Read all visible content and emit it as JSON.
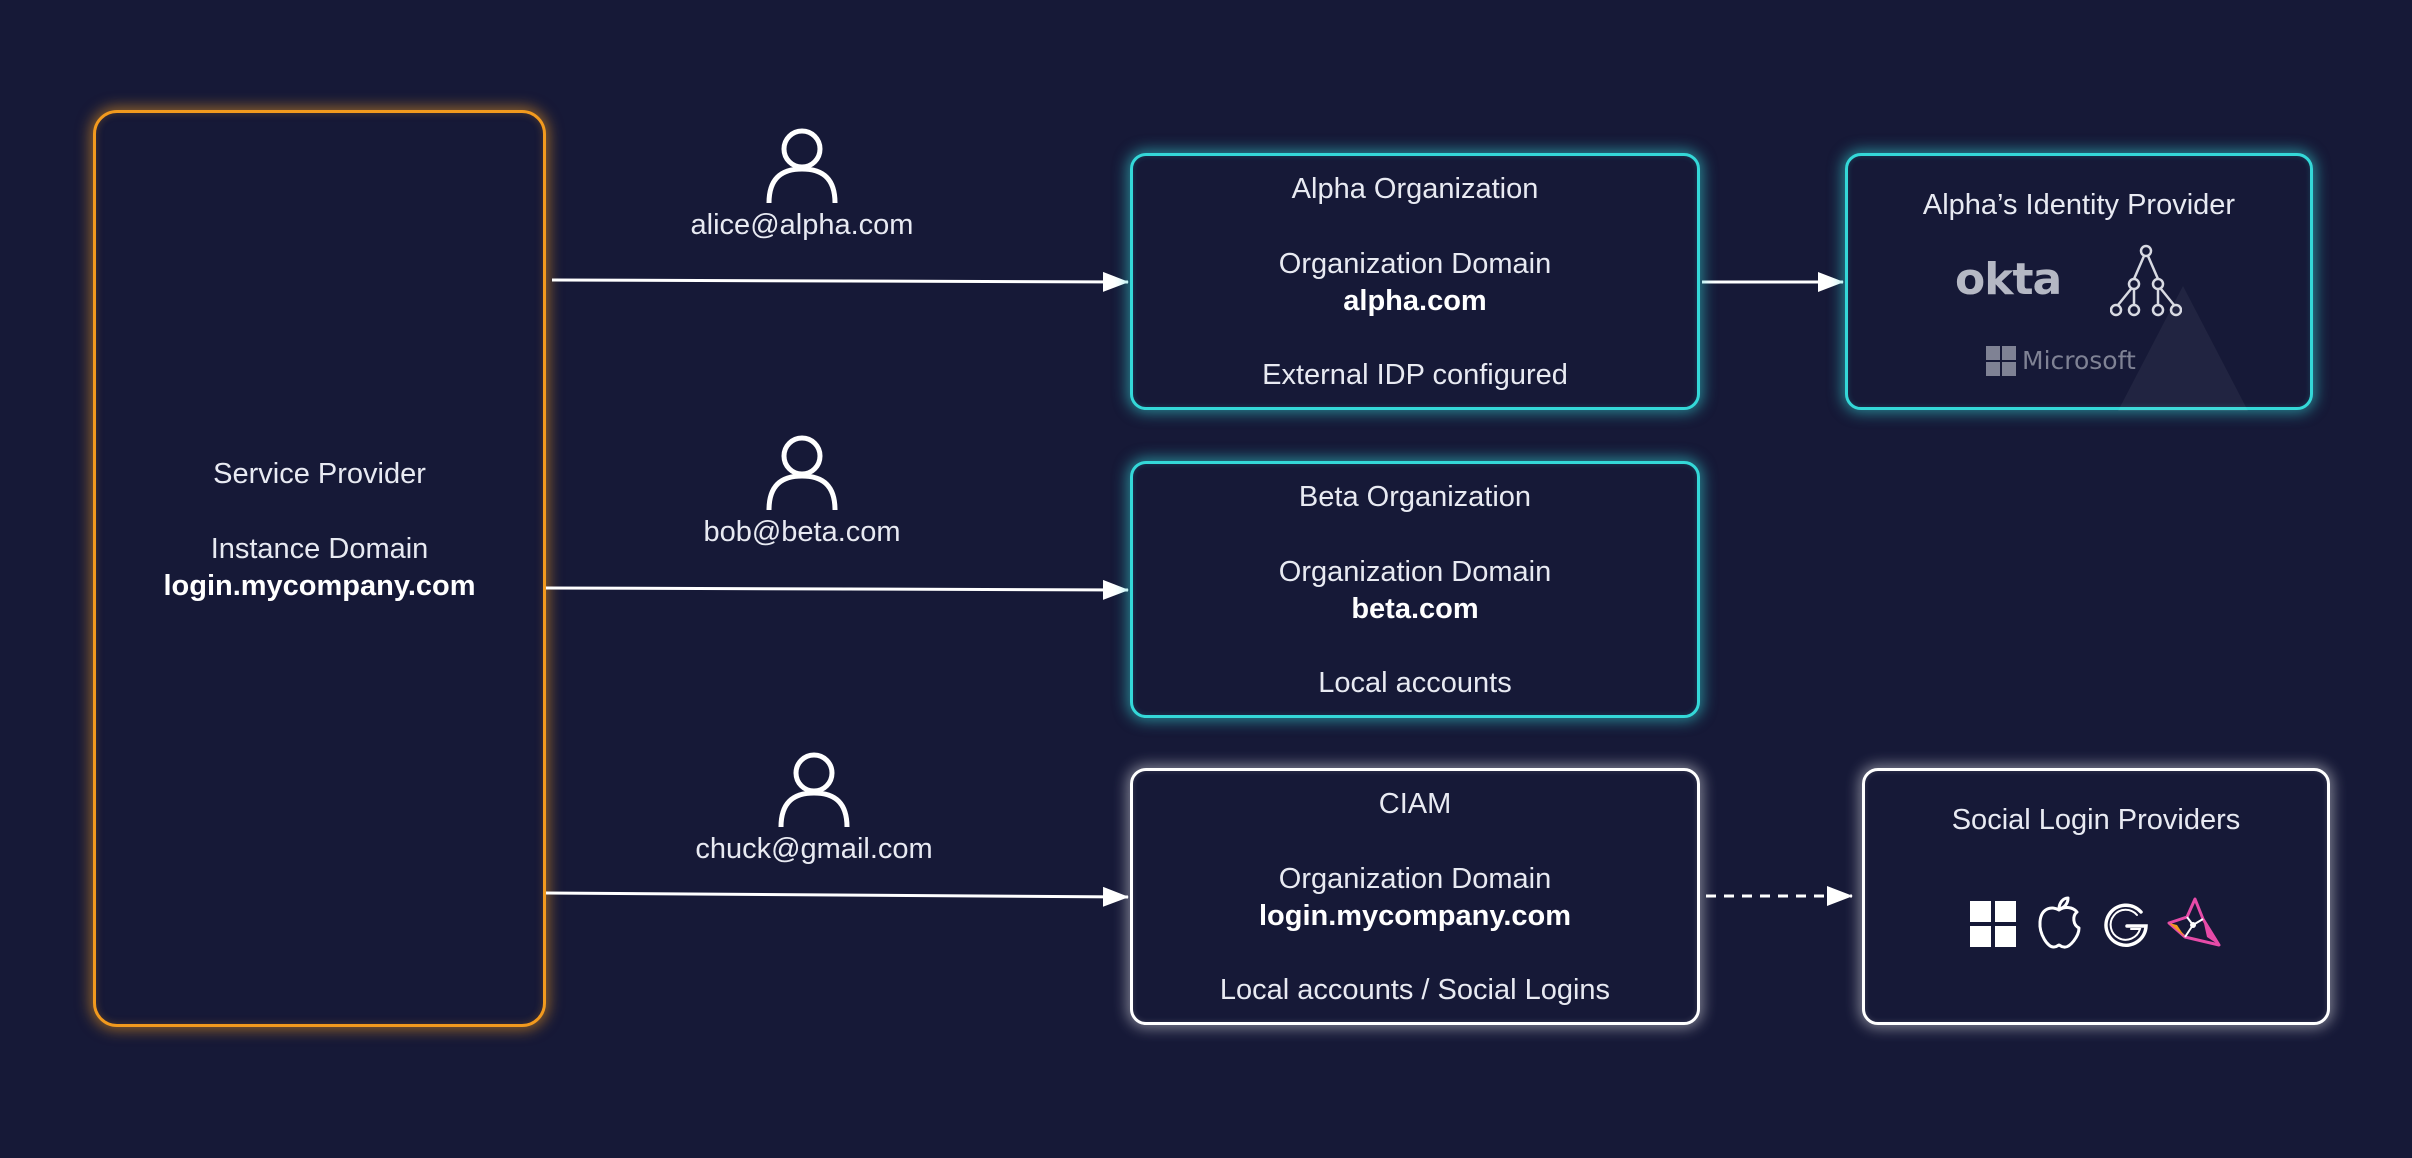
{
  "service_provider": {
    "title": "Service Provider",
    "domain_label": "Instance Domain",
    "domain": "login.mycompany.com",
    "border_color": "#f29a1e"
  },
  "users": [
    {
      "icon": "user-icon",
      "email": "alice@alpha.com"
    },
    {
      "icon": "user-icon",
      "email": "bob@beta.com"
    },
    {
      "icon": "user-icon",
      "email": "chuck@gmail.com"
    }
  ],
  "organizations": [
    {
      "title": "Alpha Organization",
      "domain_label": "Organization Domain",
      "domain": "alpha.com",
      "note": "External IDP configured",
      "border_color": "#34d8d8"
    },
    {
      "title": "Beta Organization",
      "domain_label": "Organization Domain",
      "domain": "beta.com",
      "note": "Local accounts",
      "border_color": "#34d8d8"
    },
    {
      "title": "CIAM",
      "domain_label": "Organization Domain",
      "domain": "login.mycompany.com",
      "note": "Local accounts / Social Logins",
      "border_color": "#ffffff"
    }
  ],
  "identity_provider": {
    "title": "Alpha’s Identity Provider",
    "logos": [
      {
        "icon": "okta-logo",
        "text": "okta"
      },
      {
        "icon": "identity-tree-icon",
        "text": ""
      },
      {
        "icon": "microsoft-logo",
        "text": "Microsoft"
      }
    ]
  },
  "social_providers": {
    "title": "Social  Login Providers",
    "icons": [
      "windows-icon",
      "apple-icon",
      "google-icon",
      "zitadel-icon"
    ]
  },
  "colors": {
    "background": "#161937",
    "orange": "#f29a1e",
    "teal": "#34d8d8",
    "white": "#ffffff"
  }
}
